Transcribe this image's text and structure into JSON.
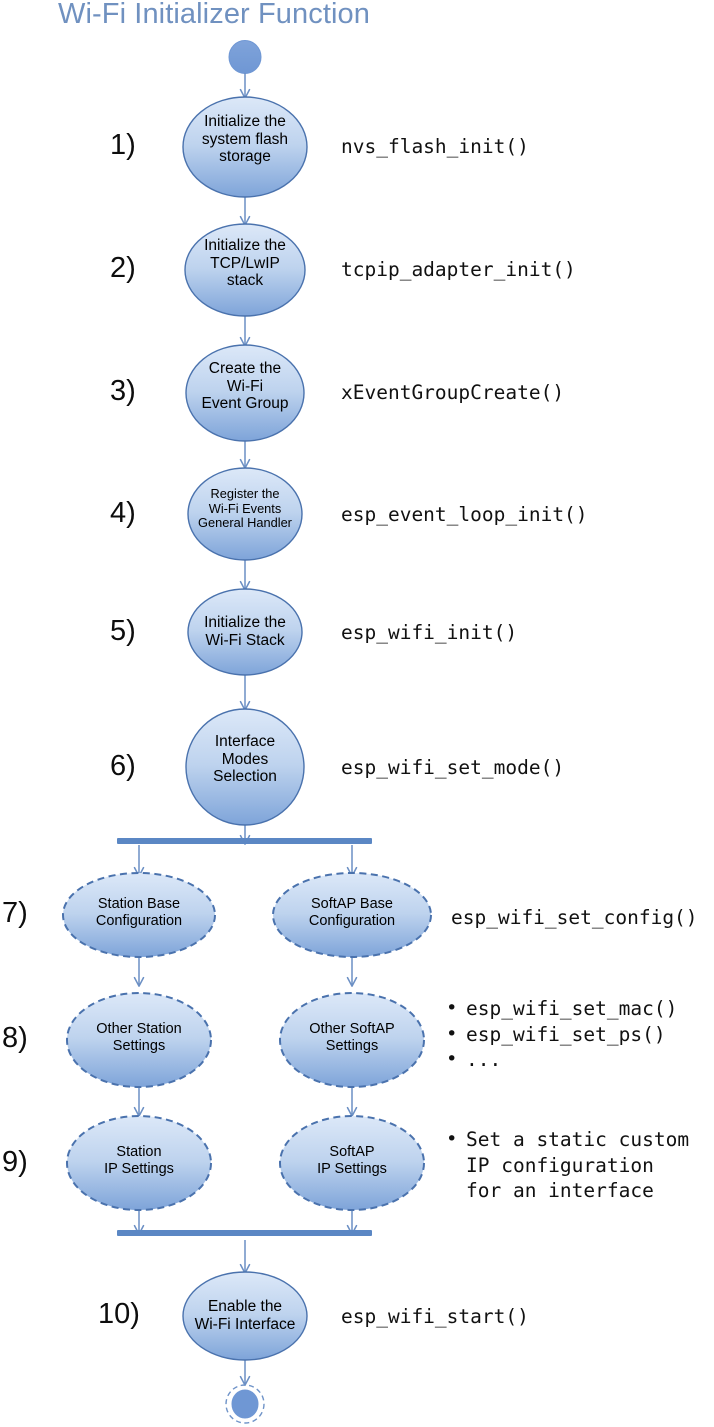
{
  "title": "Wi-Fi Initializer Function",
  "theme": {
    "title_color": "#7091c0",
    "node_fill_top": "#d7e4f6",
    "node_fill_bottom": "#7fa5da",
    "node_stroke": "#4a72ad",
    "connector_color": "#6b8fc4",
    "bar_color": "#5b87c4",
    "text_color": "#000000"
  },
  "nodes": {
    "start": {
      "name": "start-node",
      "shape": "filled-circle"
    },
    "end": {
      "name": "end-node",
      "shape": "filled-circle-dashed-ring"
    },
    "steps": [
      {
        "num": "1)",
        "label": "Initialize the\nsystem flash\nstorage",
        "style": "solid",
        "column": "center"
      },
      {
        "num": "2)",
        "label": "Initialize the\nTCP/LwIP\nstack",
        "style": "solid",
        "column": "center"
      },
      {
        "num": "3)",
        "label": "Create the\nWi-Fi\nEvent Group",
        "style": "solid",
        "column": "center"
      },
      {
        "num": "4)",
        "label": "Register the\nWi-Fi Events\nGeneral Handler",
        "style": "solid",
        "column": "center"
      },
      {
        "num": "5)",
        "label": "Initialize the\nWi-Fi Stack",
        "style": "solid",
        "column": "center"
      },
      {
        "num": "6)",
        "label": "Interface\nModes\nSelection",
        "style": "solid",
        "column": "center"
      },
      {
        "num": "7)",
        "label_left": "Station Base\nConfiguration",
        "label_right": "SoftAP Base\nConfiguration",
        "style": "dashed",
        "column": "split"
      },
      {
        "num": "8)",
        "label_left": "Other Station\nSettings",
        "label_right": "Other SoftAP\nSettings",
        "style": "dashed",
        "column": "split"
      },
      {
        "num": "9)",
        "label_left": "Station\nIP Settings",
        "label_right": "SoftAP\nIP Settings",
        "style": "dashed",
        "column": "split"
      },
      {
        "num": "10)",
        "label": "Enable the\nWi-Fi Interface",
        "style": "solid",
        "column": "center"
      }
    ]
  },
  "annotations": {
    "step1": "nvs_flash_init()",
    "step2": "tcpip_adapter_init()",
    "step3": "xEventGroupCreate()",
    "step4": "esp_event_loop_init()",
    "step5": "esp_wifi_init()",
    "step6": "esp_wifi_set_mode()",
    "step7": "esp_wifi_set_config()",
    "step8_bullets": [
      "esp_wifi_set_mac()",
      "esp_wifi_set_ps()",
      "..."
    ],
    "step9_bullets": [
      "Set a static custom\nIP configuration\nfor an interface"
    ],
    "step10": "esp_wifi_start()"
  }
}
